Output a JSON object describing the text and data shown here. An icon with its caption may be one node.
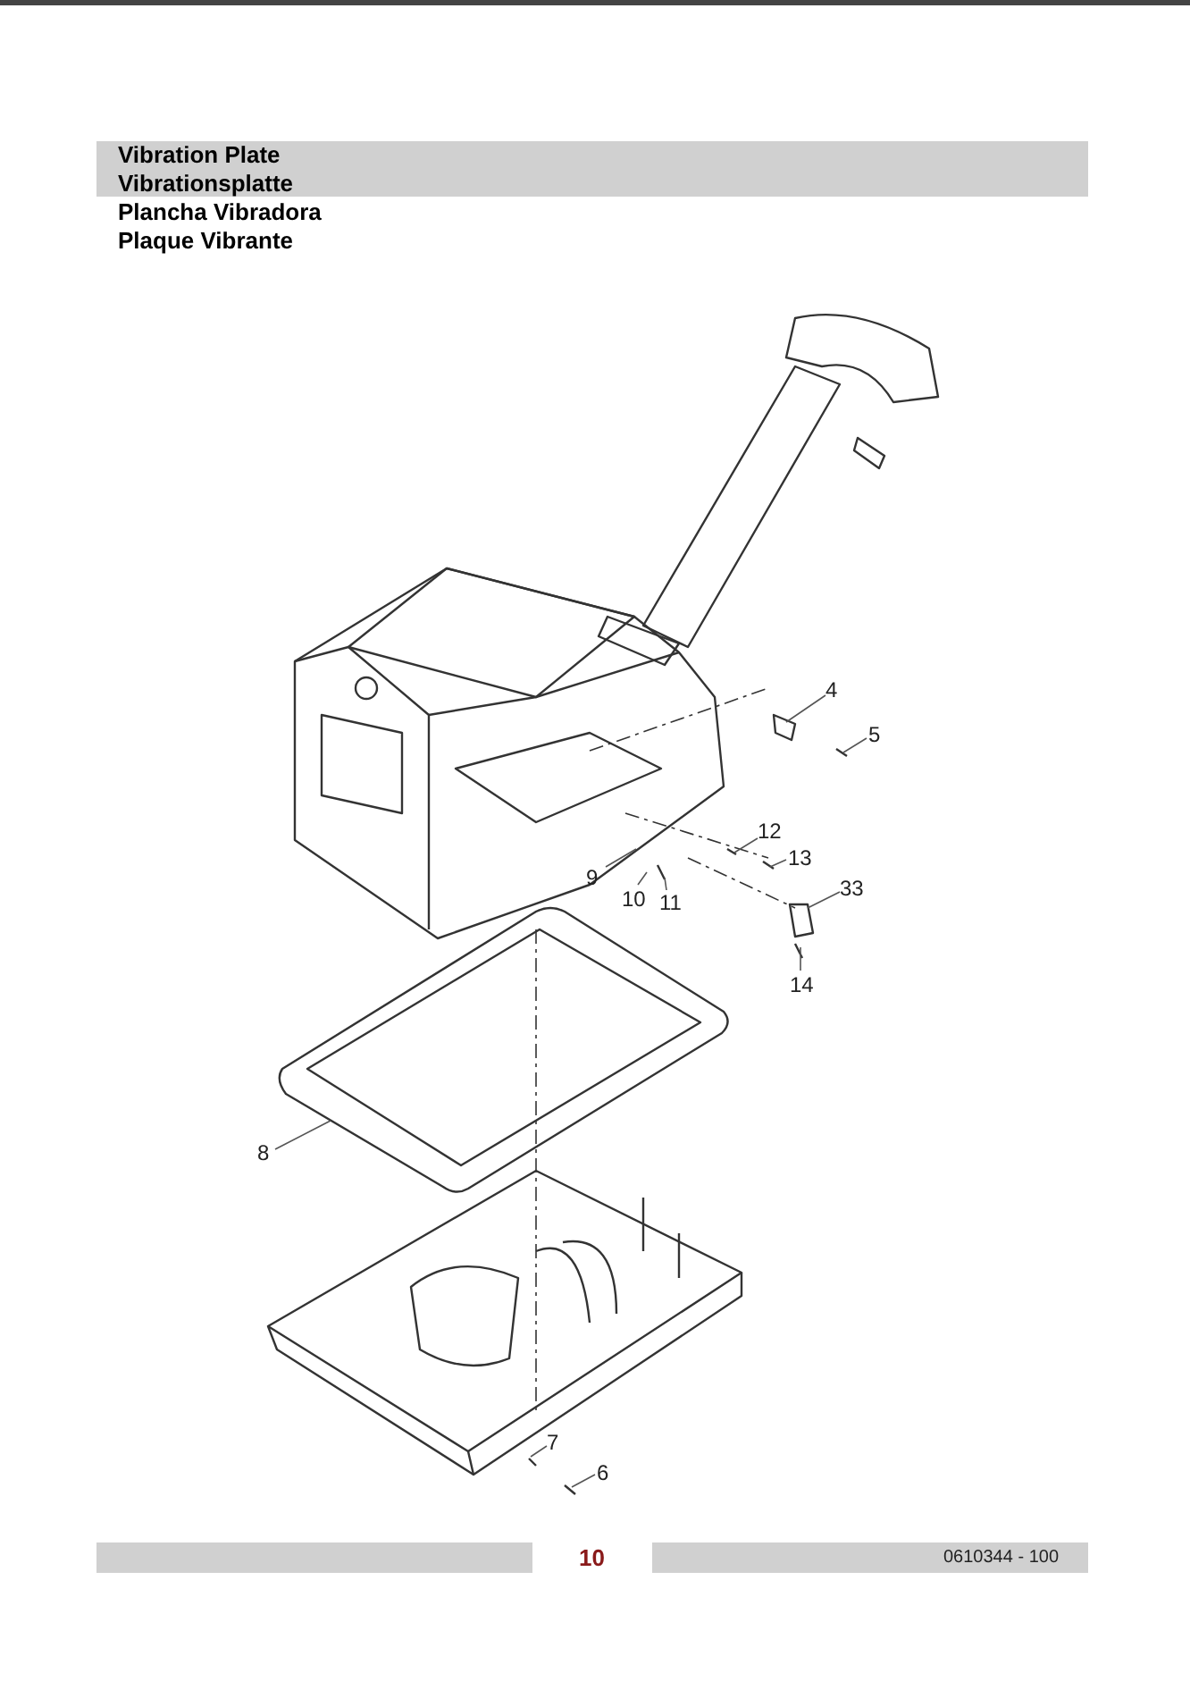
{
  "diagram": {
    "title": "Vibration Plate",
    "nodes": [
      {
        "text": [
          "4"
        ]
      },
      {
        "text": [
          "5"
        ]
      },
      {
        "text": [
          "12"
        ]
      },
      {
        "text": [
          "13"
        ]
      },
      {
        "text": [
          "9"
        ]
      },
      {
        "text": [
          "10"
        ]
      },
      {
        "text": [
          "11"
        ]
      },
      {
        "text": [
          "33"
        ]
      },
      {
        "text": [
          "14"
        ]
      },
      {
        "text": [
          "8"
        ]
      },
      {
        "text": [
          "7"
        ]
      },
      {
        "text": [
          "6"
        ]
      }
    ],
    "edges": [
      {
        "from": 0,
        "to": null,
        "arrow": "none"
      },
      {
        "from": 1,
        "to": null,
        "arrow": "none"
      },
      {
        "from": 2,
        "to": null,
        "arrow": "none"
      },
      {
        "from": 3,
        "to": null,
        "arrow": "none"
      },
      {
        "from": 4,
        "to": null,
        "arrow": "none"
      },
      {
        "from": 5,
        "to": null,
        "arrow": "none"
      },
      {
        "from": 6,
        "to": null,
        "arrow": "none"
      },
      {
        "from": 7,
        "to": null,
        "arrow": "none"
      },
      {
        "from": 8,
        "to": null,
        "arrow": "none"
      },
      {
        "from": 9,
        "to": null,
        "arrow": "none"
      },
      {
        "from": 10,
        "to": null,
        "arrow": "none"
      },
      {
        "from": 11,
        "to": null,
        "arrow": "none"
      }
    ],
    "labels": [
      "Vibrationsplatte",
      "Plancha Vibradora",
      "Plaque Vibrante",
      "10",
      "0610344 - 100"
    ]
  }
}
